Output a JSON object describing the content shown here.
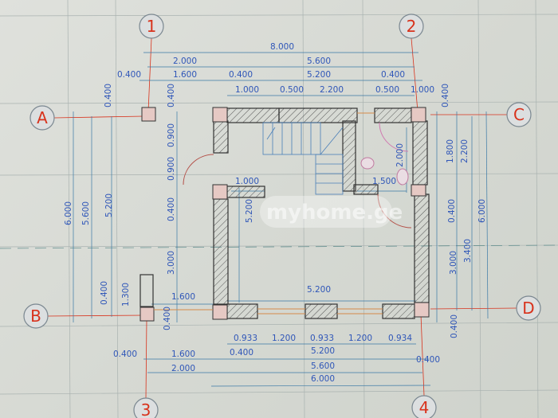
{
  "grid_axes": {
    "col_1": "1",
    "col_2": "2",
    "col_3": "3",
    "col_4": "4",
    "row_A": "A",
    "row_B": "B",
    "row_C": "C",
    "row_D": "D"
  },
  "watermark": "myhome.ge",
  "dims": {
    "top": [
      "8.000",
      "2.000",
      "5.600",
      "0.400",
      "1.600",
      "0.400",
      "5.200",
      "0.400",
      "1.000",
      "0.500",
      "2.200",
      "0.500",
      "1.000"
    ],
    "left": [
      "6.000",
      "5.600",
      "5.200",
      "0.400",
      "0.400",
      "0.900",
      "0.900",
      "0.400",
      "3.000",
      "0.400",
      "1.300",
      "1.600",
      "0.400"
    ],
    "center": [
      "1.000",
      "5.200",
      "5.200",
      "2.000",
      "1.500"
    ],
    "right": [
      "0.400",
      "1.800",
      "2.200",
      "0.400",
      "6.000",
      "3.000",
      "3.400",
      "0.400"
    ],
    "bottom": [
      "0.933",
      "1.200",
      "0.933",
      "1.200",
      "0.934",
      "0.400",
      "1.600",
      "0.400",
      "5.200",
      "0.400",
      "2.000",
      "5.600",
      "6.000"
    ]
  },
  "colors": {
    "dimension": "#2f56b8",
    "axis": "#d8321c",
    "wall": "#444444",
    "grid": "#8a9a9a"
  }
}
